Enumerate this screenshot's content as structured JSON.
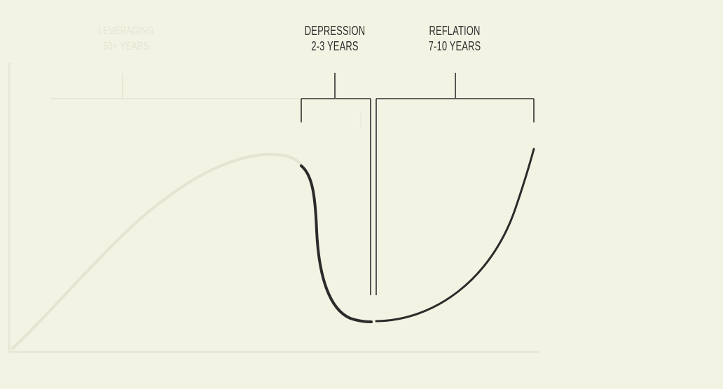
{
  "labels": {
    "leveraging": {
      "line1": "LEVERAGING",
      "line2": "50+ YEARS"
    },
    "depression": {
      "line1": "DEPRESSION",
      "line2": "2-3 YEARS"
    },
    "reflation": {
      "line1": "REFLATION",
      "line2": "7-10 YEARS"
    }
  },
  "colors": {
    "background": "#f3f3e4",
    "ink": "#2e2e2e",
    "faded_ink": "#e3e4d2"
  }
}
